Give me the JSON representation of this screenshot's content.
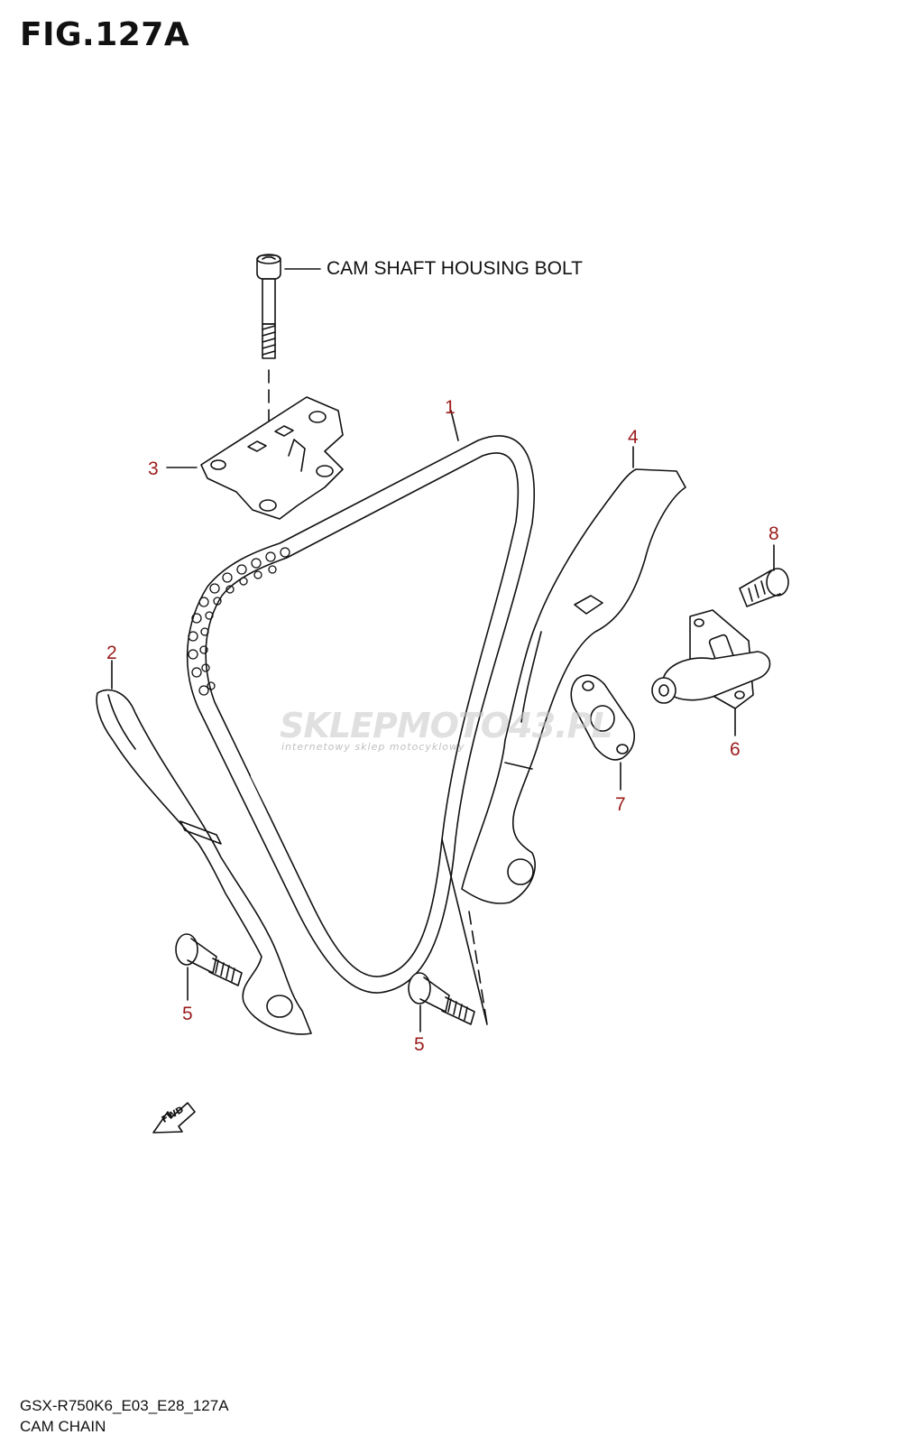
{
  "figure": {
    "title": "FIG.127A",
    "callout_label": "CAM SHAFT HOUSING BOLT",
    "fwd_label": "FWD"
  },
  "parts": [
    {
      "ref": "1"
    },
    {
      "ref": "2"
    },
    {
      "ref": "3"
    },
    {
      "ref": "4"
    },
    {
      "ref": "5"
    },
    {
      "ref": "5"
    },
    {
      "ref": "6"
    },
    {
      "ref": "7"
    },
    {
      "ref": "8"
    }
  ],
  "watermark": {
    "main": "SKLEPMOTO43.PL",
    "sub": "internetowy sklep motocyklowy"
  },
  "footer": {
    "model_code": "GSX-R750K6_E03_E28_127A",
    "description": "CAM CHAIN"
  },
  "colors": {
    "line": "#111111",
    "part_number": "#9b1c1c"
  }
}
